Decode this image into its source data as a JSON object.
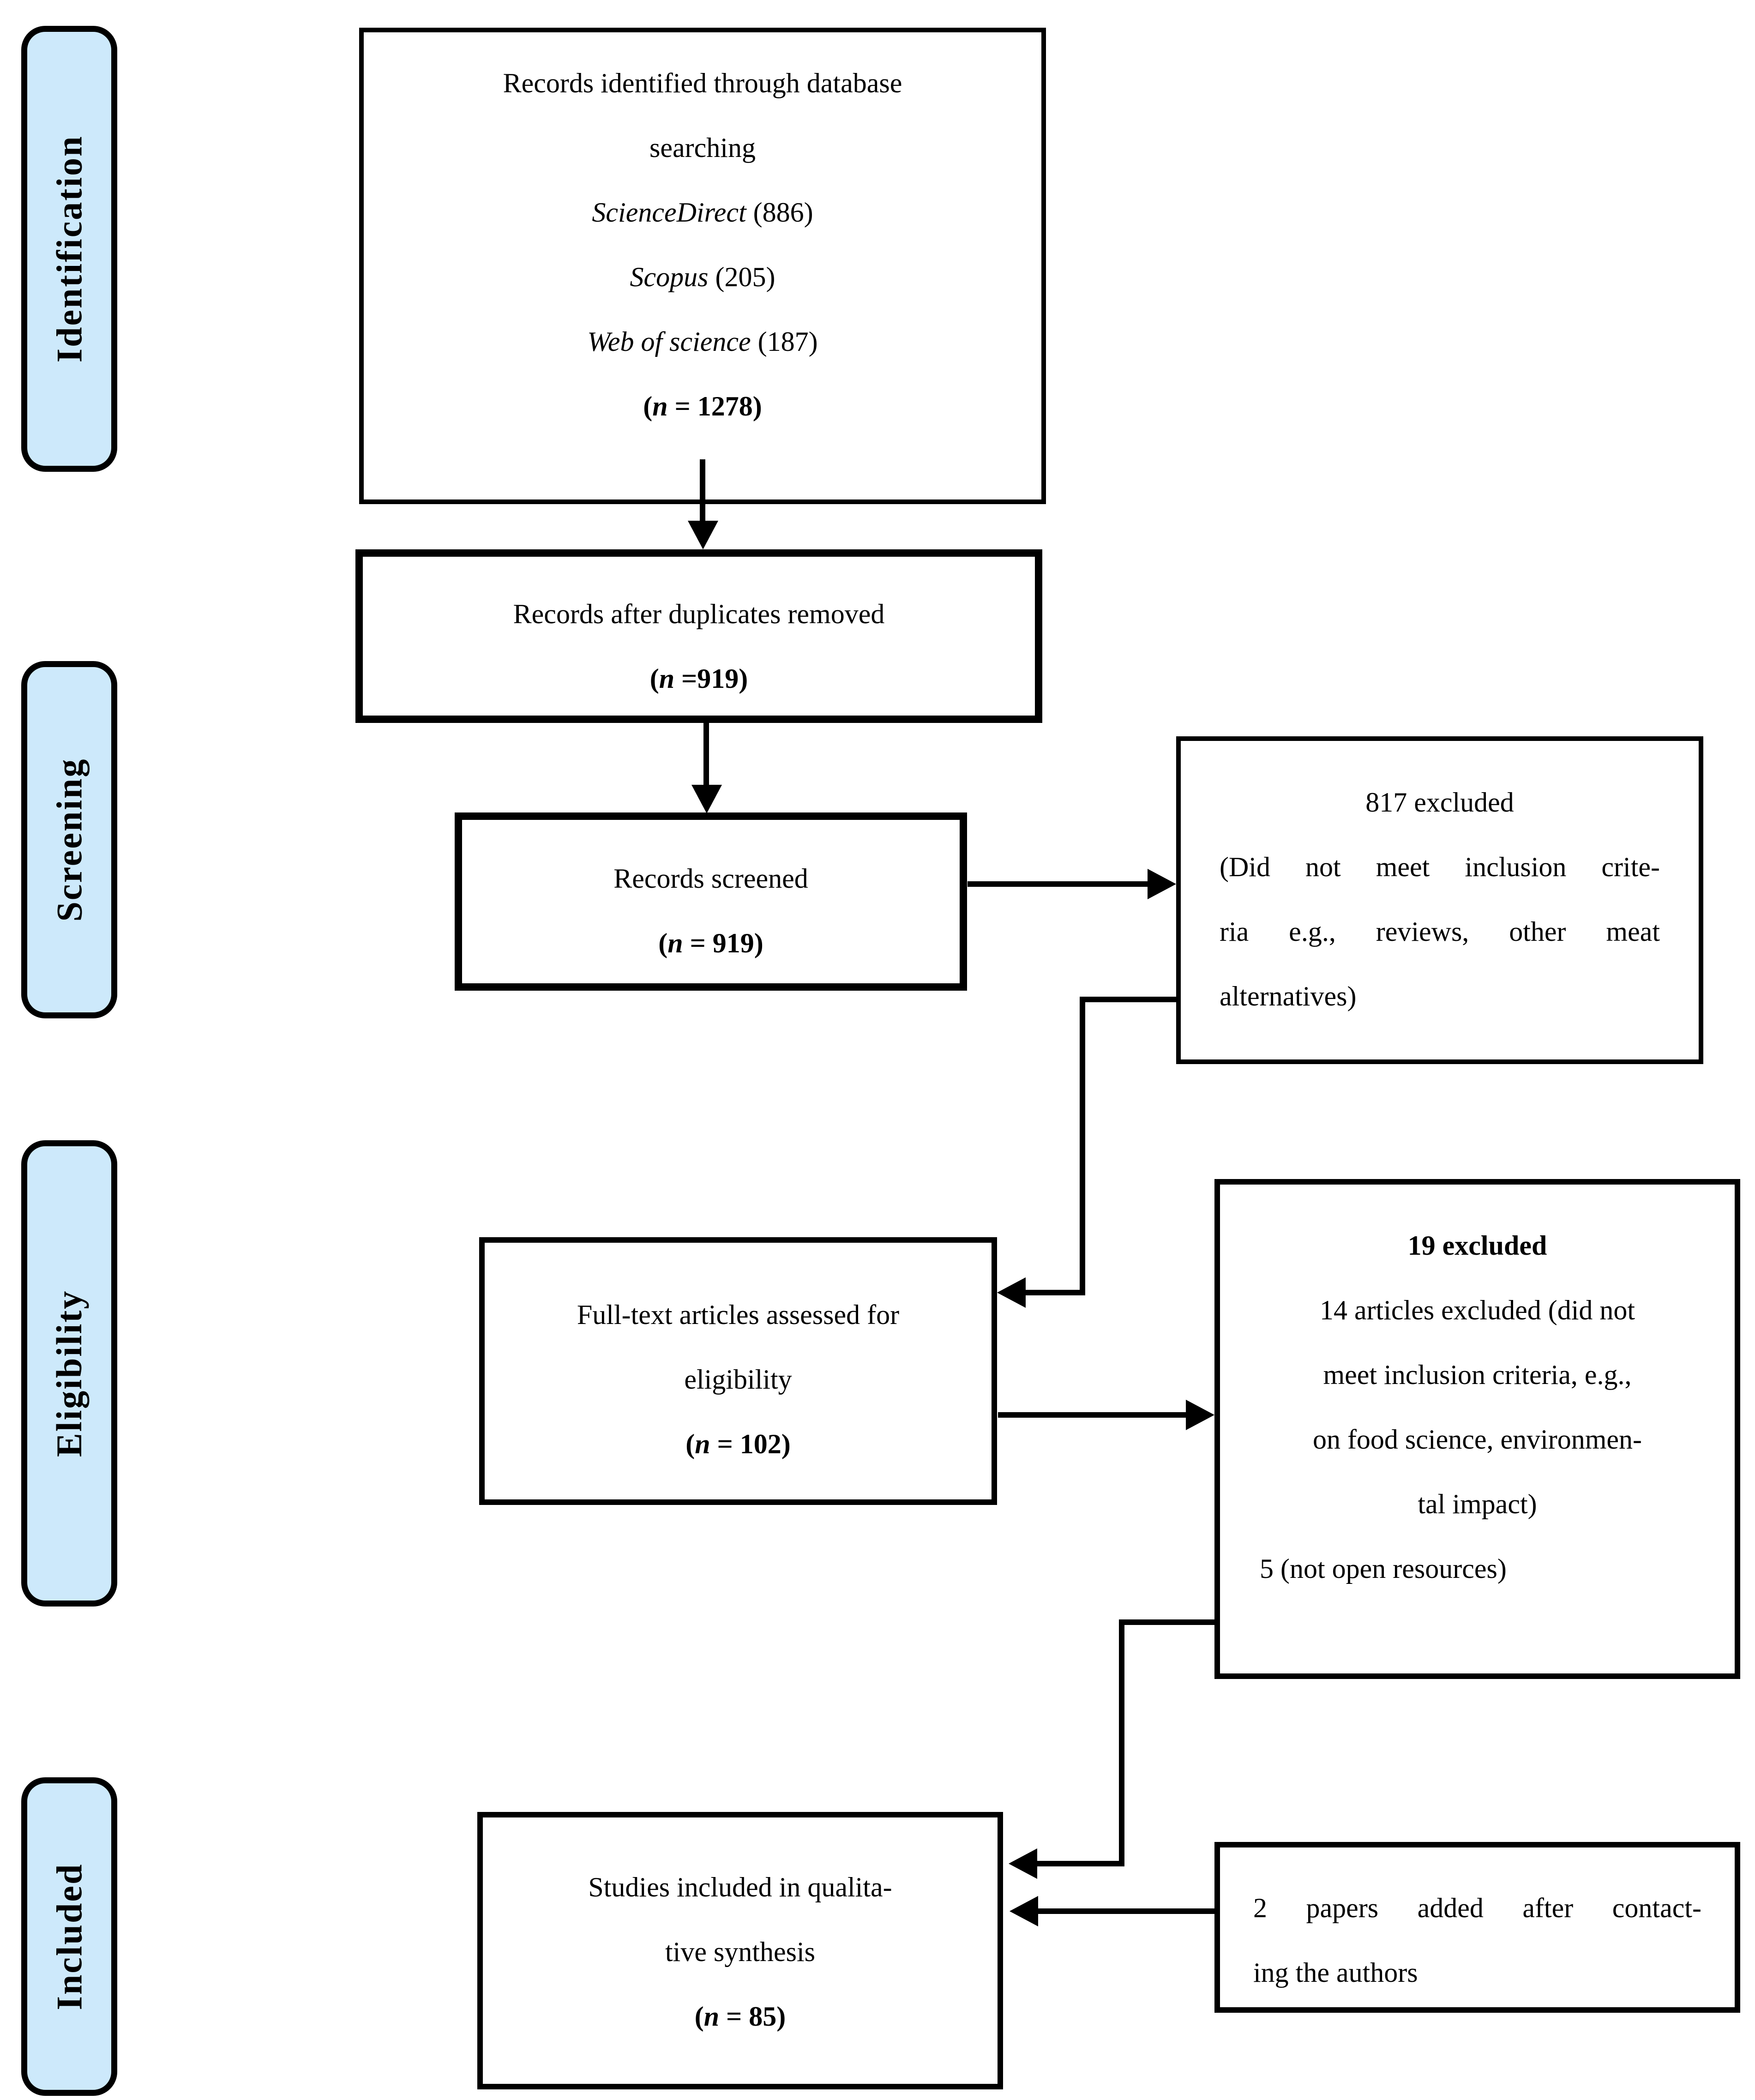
{
  "colors": {
    "sidebar_fill": "#CDE9FB",
    "line_color": "#000000",
    "background": "#FFFFFF"
  },
  "sidebar": {
    "identification": "Identification",
    "screening": "Screening",
    "eligibility": "Eligibility",
    "included": "Included"
  },
  "boxes": {
    "records_identified": {
      "line1": "Records identified through database",
      "line2": "searching",
      "db1_name": "ScienceDirect",
      "db1_count": " (886)",
      "db2_name": "Scopus",
      "db2_count": " (205)",
      "db3_name": "Web of science",
      "db3_count": " (187)",
      "n_open": "(",
      "n_var": "n",
      "n_close": " = 1278)"
    },
    "duplicates_removed": {
      "line1": "Records after duplicates removed",
      "n_open": "(",
      "n_var": "n",
      "n_close": " =919)"
    },
    "records_screened": {
      "line1": "Records screened",
      "n_open": "(",
      "n_var": "n",
      "n_close": " = 919)"
    },
    "excluded_817": {
      "title": "817 excluded",
      "line1": "(Did not meet inclusion crite-",
      "line2": "ria e.g., reviews, other meat",
      "line3": "alternatives)"
    },
    "fulltext_assessed": {
      "line1": "Full-text articles assessed for",
      "line2": "eligibility",
      "n_open": "(",
      "n_var": "n",
      "n_close": " = 102)"
    },
    "excluded_19": {
      "title": "19 excluded",
      "line1": "14 articles excluded (did not",
      "line2": "meet inclusion criteria, e.g.,",
      "line3": "on food science, environmen-",
      "line4": "tal impact)",
      "line5": "5 (not open resources)"
    },
    "studies_included": {
      "line1": "Studies included in qualita-",
      "line2": "tive synthesis",
      "n_open": "(",
      "n_var": "n",
      "n_close": " = 85)"
    },
    "papers_added": {
      "line1": "2 papers added after contact-",
      "line2": "ing the authors"
    }
  }
}
